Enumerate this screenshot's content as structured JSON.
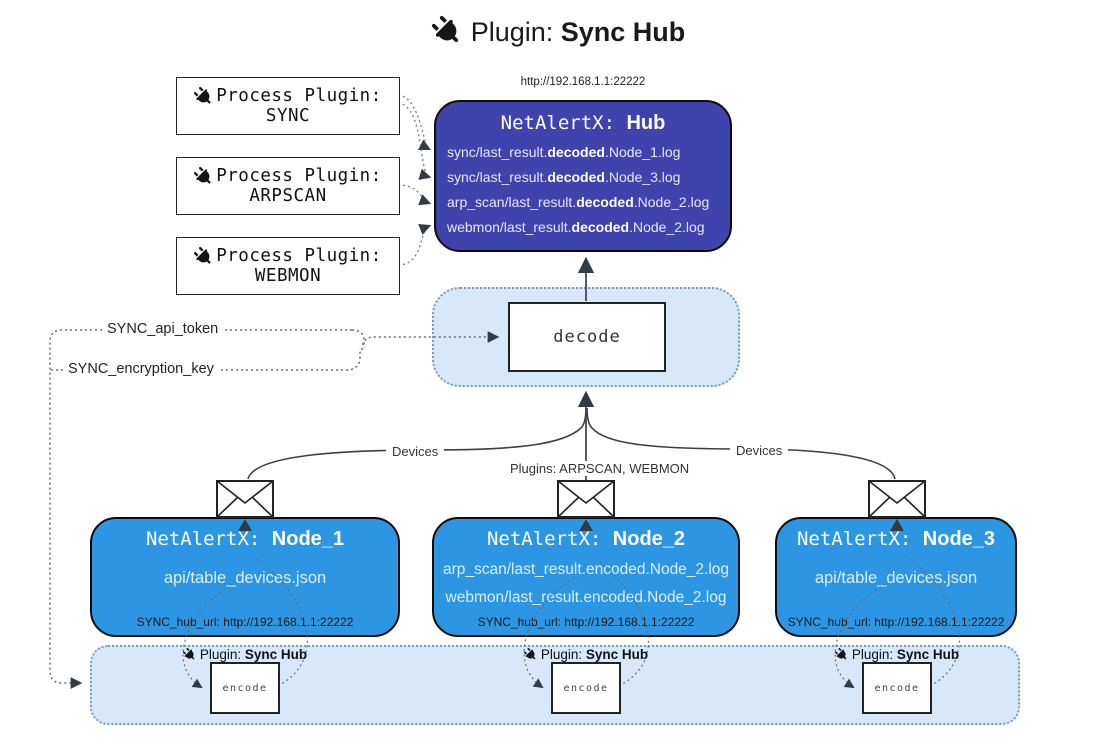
{
  "title": {
    "prefix": "Plugin:",
    "name": "Sync Hub"
  },
  "process_plugins": [
    {
      "label": "Process Plugin:",
      "name": "SYNC"
    },
    {
      "label": "Process Plugin:",
      "name": "ARPSCAN"
    },
    {
      "label": "Process Plugin:",
      "name": "WEBMON"
    }
  ],
  "hub": {
    "url": "http://192.168.1.1:22222",
    "title_prefix": "NetAlertX:",
    "title_name": "Hub",
    "files": [
      {
        "pre": "sync/last_result.",
        "bold": "decoded",
        "post": ".Node_1.log"
      },
      {
        "pre": "sync/last_result.",
        "bold": "decoded",
        "post": ".Node_3.log"
      },
      {
        "pre": "arp_scan/last_result.",
        "bold": "decoded",
        "post": ".Node_2.log"
      },
      {
        "pre": "webmon/last_result.",
        "bold": "decoded",
        "post": ".Node_2.log"
      }
    ]
  },
  "decode": {
    "label": "decode"
  },
  "keys": {
    "api_token": "SYNC_api_token",
    "encryption_key": "SYNC_encryption_key"
  },
  "edge_labels": {
    "devices_left": "Devices",
    "plugins_middle": "Plugins: ARPSCAN, WEBMON",
    "devices_right": "Devices"
  },
  "nodes": [
    {
      "title_prefix": "NetAlertX:",
      "title_name": "Node_1",
      "files": [
        "api/table_devices.json"
      ],
      "hub_url": "SYNC_hub_url: http://192.168.1.1:22222"
    },
    {
      "title_prefix": "NetAlertX:",
      "title_name": "Node_2",
      "files": [
        "arp_scan/last_result.encoded.Node_2.log",
        "webmon/last_result.encoded.Node_2.log"
      ],
      "hub_url": "SYNC_hub_url: http://192.168.1.1:22222"
    },
    {
      "title_prefix": "NetAlertX:",
      "title_name": "Node_3",
      "files": [
        "api/table_devices.json"
      ],
      "hub_url": "SYNC_hub_url: http://192.168.1.1:22222"
    }
  ],
  "sync_plugin_tag": {
    "prefix": "Plugin:",
    "name": "Sync Hub"
  },
  "encode_box_label": "encode",
  "colors": {
    "hub_fill": "#3F44AD",
    "node_fill": "#2D96E3",
    "panel_fill": "#D6E8F9",
    "panel_border": "#7d9cbb",
    "arrow": "#2f3c46"
  }
}
